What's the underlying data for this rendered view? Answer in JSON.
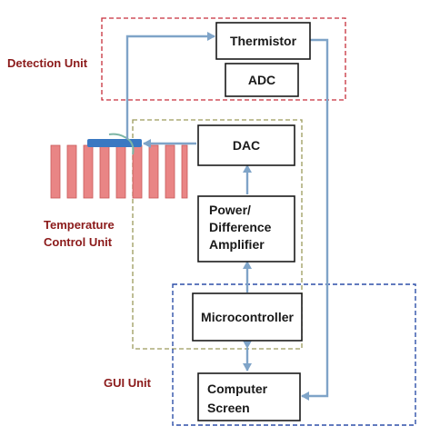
{
  "units": {
    "detection": "Detection Unit",
    "temperature_line1": "Temperature",
    "temperature_line2": "Control Unit",
    "gui": "GUI Unit"
  },
  "blocks": {
    "thermistor": "Thermistor",
    "adc": "ADC",
    "dac": "DAC",
    "amplifier_line1": "Power/",
    "amplifier_line2": "Difference",
    "amplifier_line3": "Amplifier",
    "microcontroller": "Microcontroller",
    "computer_line1": "Computer",
    "computer_line2": "Screen"
  },
  "colors": {
    "detection_border": "#c62f3b",
    "temperature_border": "#9c9a5c",
    "gui_border": "#2d4fa8",
    "arrow": "#7fa4c8",
    "heatsink_fin": "#e98585",
    "heatsink_fin_edge": "#c95858",
    "sensor_bar": "#3a78c2",
    "unit_label": "#8b1a1a"
  }
}
